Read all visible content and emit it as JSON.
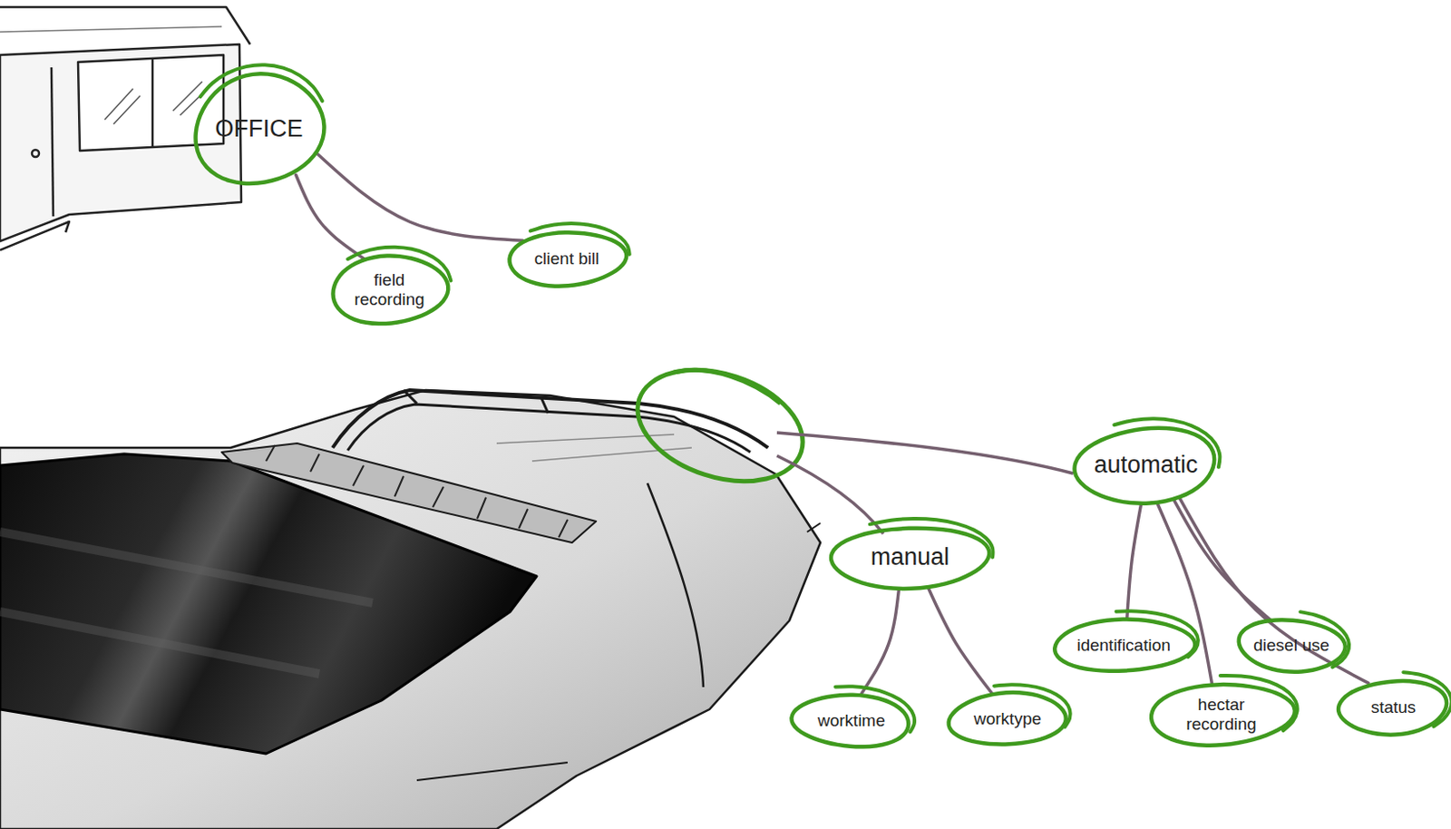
{
  "diagram": {
    "nodes": [
      {
        "text": [
          "OFFICE"
        ]
      },
      {
        "text": [
          "field recording"
        ]
      },
      {
        "text": [
          "client bill"
        ]
      },
      {
        "text": [
          "manual"
        ]
      },
      {
        "text": [
          "automatic"
        ]
      },
      {
        "text": [
          "worktime"
        ]
      },
      {
        "text": [
          "worktype"
        ]
      },
      {
        "text": [
          "identification"
        ]
      },
      {
        "text": [
          "hectar recording"
        ]
      },
      {
        "text": [
          "diesel use"
        ]
      },
      {
        "text": [
          "status"
        ]
      }
    ],
    "edges": [
      {
        "from": 0,
        "to": 1,
        "arrow": "none"
      },
      {
        "from": 0,
        "to": 2,
        "arrow": "none"
      },
      {
        "from": 3,
        "to": 5,
        "arrow": "none"
      },
      {
        "from": 3,
        "to": 6,
        "arrow": "none"
      },
      {
        "from": 4,
        "to": 7,
        "arrow": "none"
      },
      {
        "from": 4,
        "to": 8,
        "arrow": "none"
      },
      {
        "from": 4,
        "to": 9,
        "arrow": "none"
      },
      {
        "from": 4,
        "to": 10,
        "arrow": "none"
      }
    ]
  }
}
